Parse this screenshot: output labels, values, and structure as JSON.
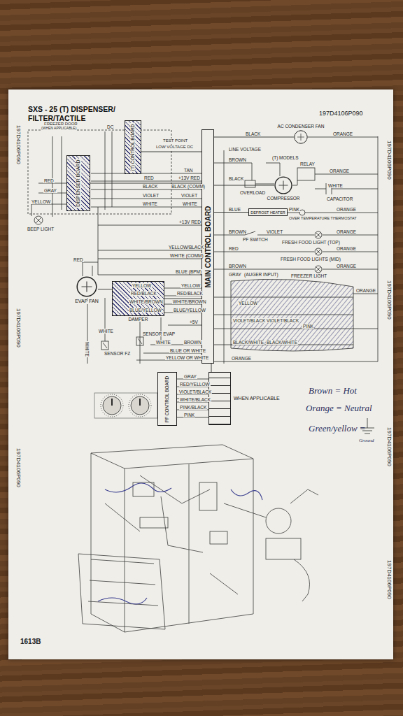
{
  "diagram": {
    "title": "SXS - 25 (T) DISPENSER/ FILTER/TACTILE",
    "nodes": [
      {
        "text": [
          "MAIN CONTROL BOARD"
        ]
      },
      {
        "text": [
          "DISPENSER BOARD"
        ]
      },
      {
        "text": [
          "(T) CONTROL BOARD"
        ]
      },
      {
        "text": [
          "EVAP FAN"
        ]
      },
      {
        "text": [
          "DAMPER"
        ]
      },
      {
        "text": [
          "PF CONTROL BOARD"
        ]
      },
      {
        "text": [
          "WHEN APPLICABLE"
        ]
      },
      {
        "text": [
          "AC CONDENSER FAN"
        ]
      },
      {
        "text": [
          "COMPRESSOR"
        ]
      },
      {
        "text": [
          "DEFROST HEATER"
        ]
      }
    ],
    "edges": [
      {
        "from": 1,
        "to": 0,
        "arrow": "none"
      },
      {
        "from": 2,
        "to": 0,
        "arrow": "none"
      },
      {
        "from": 3,
        "to": 4,
        "arrow": "none"
      },
      {
        "from": 4,
        "to": 0,
        "arrow": "none"
      },
      {
        "from": 5,
        "to": 6,
        "arrow": "none"
      },
      {
        "from": 6,
        "to": 0,
        "arrow": "none"
      },
      {
        "from": 7,
        "to": 0,
        "arrow": "none"
      },
      {
        "from": 8,
        "to": 0,
        "arrow": "none"
      },
      {
        "from": 9,
        "to": 0,
        "arrow": "none"
      }
    ],
    "labels": [
      "197D4106P090",
      "197D4106P090",
      "197D4106P090",
      "197D4106P090",
      "197D4106P090",
      "197D4106P090",
      "197D4106P090",
      "197D4106P090",
      "1613B",
      "FREEZER DOOR",
      "(WHEN APPLICABLE)",
      "DC",
      "TEST POINT",
      "LOW VOLTAGE DC",
      "TAN",
      "RED",
      "+13V RED",
      "BLACK",
      "BLACK (COMM)",
      "VIOLET",
      "VIOLET",
      "WHITE",
      "WHITE",
      "RED",
      "GRAY",
      "YELLOW",
      "BEEP LIGHT",
      "+13V RED",
      "YELLOW/BLACK",
      "WHITE (COMM)",
      "BLUE (BPM)",
      "RED",
      "YELLOW",
      "YELLOW",
      "RED/BLACK",
      "RED/BLACK",
      "WHITE/BROWN",
      "WHITE/BROWN",
      "BLUE/YELLOW",
      "BLUE/YELLOW",
      "+5V",
      "WHITE",
      "SENSOR EVAP",
      "WHITE",
      "BROWN",
      "SENSOR FZ",
      "BLUE OR WHITE",
      "YELLOW OR WHITE",
      "WHITE",
      "GRAY",
      "RED/YELLOW",
      "VIOLET/BLACK",
      "WHITE/BLACK",
      "PINK/BLACK",
      "PINK",
      "BLACK",
      "ORANGE",
      "LINE VOLTAGE",
      "BROWN",
      "(T) MODELS",
      "ORANGE",
      "BLACK",
      "OVERLOAD",
      "RELAY",
      "WHITE",
      "CAPACITOR",
      "BLUE",
      "PINK",
      "ORANGE",
      "OVER TEMPERATURE THERMOSTAT",
      "BROWN",
      "VIOLET",
      "PF SWITCH",
      "FRESH FOOD LIGHT (TOP)",
      "ORANGE",
      "RED",
      "FRESH FOOD LIGHTS (MID)",
      "ORANGE",
      "BROWN",
      "GRAY",
      "(AUGER INPUT)",
      "FREEZER LIGHT",
      "ORANGE",
      "YELLOW",
      "VIOLET/BLACK",
      "VIOLET/BLACK",
      "PINK",
      "BLACK/WHITE",
      "BLACK/WHITE",
      "ORANGE",
      "ORANGE",
      "Brown = Hot",
      "Orange = Neutral",
      "Green/yellow =",
      "Ground"
    ]
  }
}
